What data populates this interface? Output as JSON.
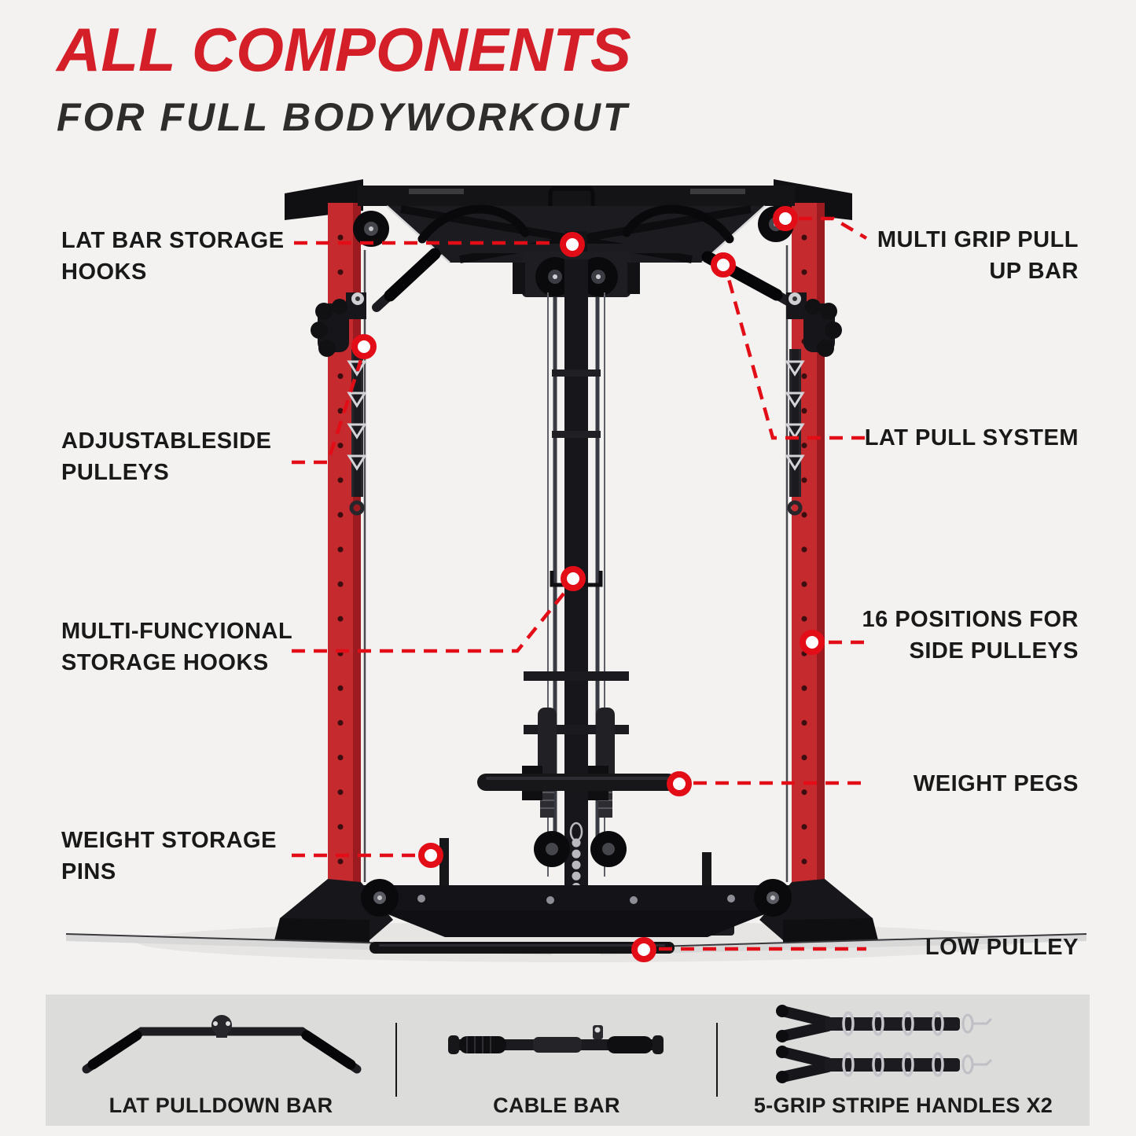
{
  "header": {
    "title": "ALL COMPONENTS",
    "subtitle": "FOR FULL BODYWORKOUT"
  },
  "colors": {
    "accent_red": "#d41f28",
    "callout_line_red": "#e20d17",
    "text_dark": "#191919",
    "background": "#f3f2f0",
    "panel_gray": "#dcdcdb",
    "frame_red": "#c42a2e",
    "frame_black": "#17171a"
  },
  "callouts": [
    {
      "id": "lat-bar-storage-hooks",
      "side": "left",
      "lines": [
        "LAT BAR STORAGE",
        "HOOKS"
      ]
    },
    {
      "id": "multi-grip-pull-up-bar",
      "side": "right",
      "lines": [
        "MULTI GRIP PULL",
        "UP BAR"
      ]
    },
    {
      "id": "adjustable-side-pulleys",
      "side": "left",
      "lines": [
        "ADJUSTABLESIDE",
        "PULLEYS"
      ]
    },
    {
      "id": "lat-pull-system",
      "side": "right",
      "lines": [
        "LAT PULL SYSTEM"
      ]
    },
    {
      "id": "multi-functional-storage-hooks",
      "side": "left",
      "lines": [
        "MULTI-FUNCYIONAL",
        "STORAGE HOOKS"
      ]
    },
    {
      "id": "16-positions-side-pulleys",
      "side": "right",
      "lines": [
        "16 POSITIONS FOR",
        "SIDE PULLEYS"
      ]
    },
    {
      "id": "weight-pegs",
      "side": "right",
      "lines": [
        "WEIGHT PEGS"
      ]
    },
    {
      "id": "weight-storage-pins",
      "side": "left",
      "lines": [
        "WEIGHT STORAGE",
        "PINS"
      ]
    },
    {
      "id": "low-pulley",
      "side": "right",
      "lines": [
        "LOW PULLEY"
      ]
    }
  ],
  "accessories": [
    {
      "label": "LAT PULLDOWN BAR",
      "icon": "lat-pulldown-bar-icon"
    },
    {
      "label": "CABLE BAR",
      "icon": "cable-bar-icon"
    },
    {
      "label": "5-GRIP STRIPE HANDLES X2",
      "icon": "five-grip-handles-icon"
    }
  ]
}
